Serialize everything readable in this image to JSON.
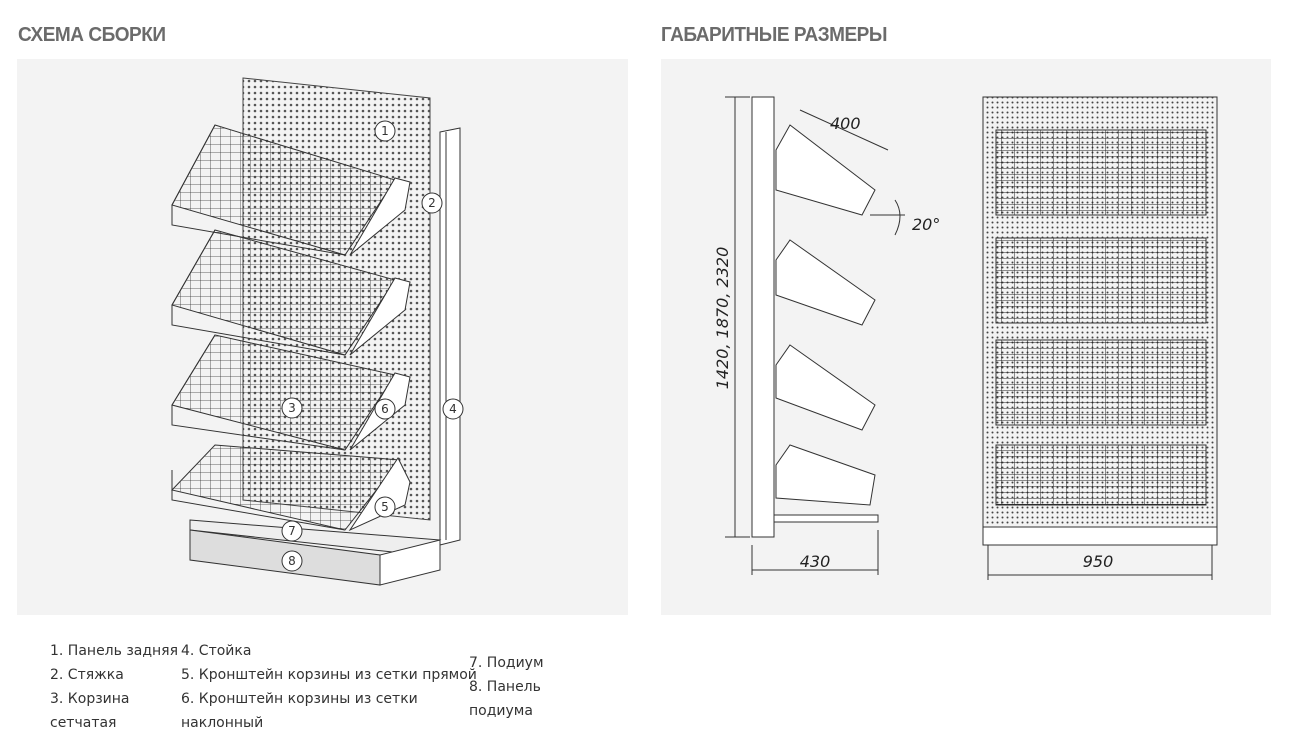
{
  "assembly": {
    "title": "СХЕМА СБОРКИ",
    "callouts": [
      "1",
      "2",
      "3",
      "4",
      "5",
      "6",
      "7",
      "8"
    ]
  },
  "dimensions": {
    "title": "ГАБАРИТНЫЕ РАЗМЕРЫ",
    "basket_depth": "400",
    "angle": "20°",
    "heights": "1420, 1870, 2320",
    "depth": "430",
    "width": "950"
  },
  "legend": {
    "col1": [
      "1. Панель задняя",
      "2. Стяжка",
      "3. Корзина сетчатая"
    ],
    "col2": [
      "4. Стойка",
      "5. Кронштейн корзины из сетки прямой",
      "6. Кронштейн корзины из сетки наклонный"
    ],
    "col3": [
      "7. Подиум",
      "8. Панель подиума"
    ]
  }
}
